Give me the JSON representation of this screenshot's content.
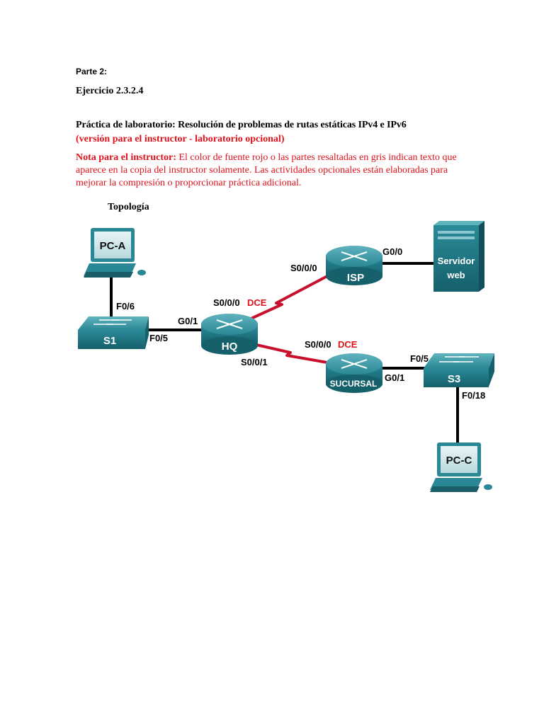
{
  "document": {
    "part": "Parte 2:",
    "exercise": "Ejercicio 2.3.2.4",
    "lab_title": "Práctica de laboratorio: Resolución de problemas de rutas estáticas IPv4 e IPv6",
    "lab_subtitle": "(versión para el instructor - laboratorio opcional)",
    "note_label": "Nota para el instructor:",
    "note_text": " El color de fuente rojo o las partes resaltadas en gris indican texto que aparece en la copia del instructor solamente. Las actividades opcionales están elaboradas para mejorar la compresión o proporcionar práctica adicional.",
    "topology_label": "Topología"
  },
  "topology": {
    "devices": {
      "pc_a": "PC-A",
      "pc_c": "PC-C",
      "s1": "S1",
      "s3": "S3",
      "hq": "HQ",
      "isp": "ISP",
      "sucursal": "SUCURSAL",
      "server_line1": "Servidor",
      "server_line2": "web"
    },
    "interfaces": {
      "pca_s1": "F0/6",
      "s1_hq": "F0/5",
      "hq_s1": "G0/1",
      "hq_isp": "S0/0/0",
      "hq_isp_dce": "DCE",
      "isp_hq": "S0/0/0",
      "isp_server": "G0/0",
      "hq_sucursal": "S0/0/1",
      "sucursal_hq": "S0/0/0",
      "sucursal_hq_dce": "DCE",
      "sucursal_s3": "G0/1",
      "s3_sucursal": "F0/5",
      "s3_pcc": "F0/18"
    },
    "colors": {
      "serial_link": "#c8102e",
      "dce_label": "#e0121b",
      "device_teal": "#1f7f8c",
      "ethernet_link": "#000000"
    }
  }
}
